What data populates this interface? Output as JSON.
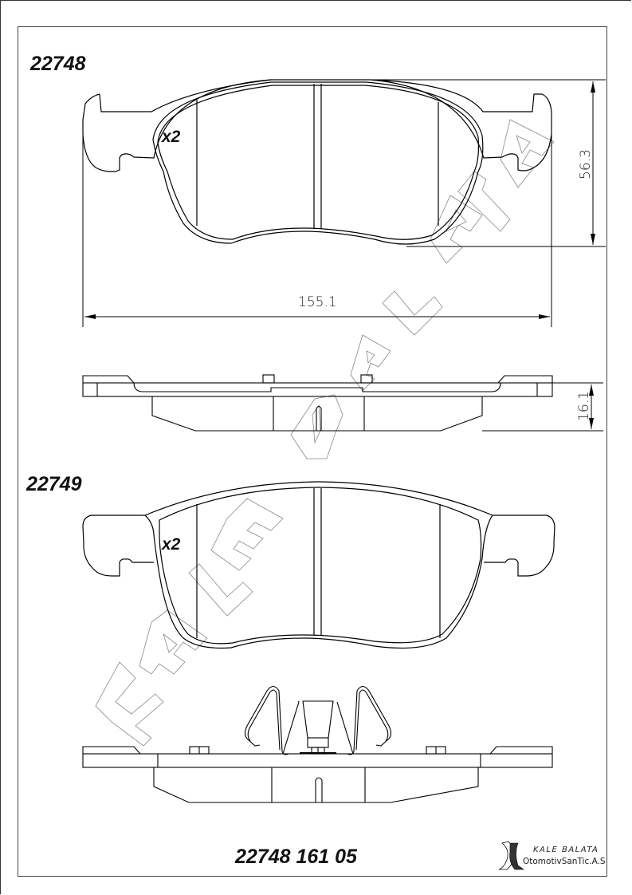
{
  "drawing": {
    "type": "technical-drawing",
    "subject": "brake pad set",
    "parts": [
      {
        "part_number": "22748",
        "quantity_label": "x2",
        "dimensions": {
          "width": "155.1",
          "height": "56.3",
          "thickness": "16.1"
        }
      },
      {
        "part_number": "22749",
        "quantity_label": "x2",
        "accessory": "wear-spring-clip"
      }
    ],
    "set_code": "22748 161 05",
    "watermark": "KALE BALATA",
    "manufacturer": {
      "name": "KALE BALATA",
      "company": "OtomotivSanTic.A.S"
    }
  }
}
